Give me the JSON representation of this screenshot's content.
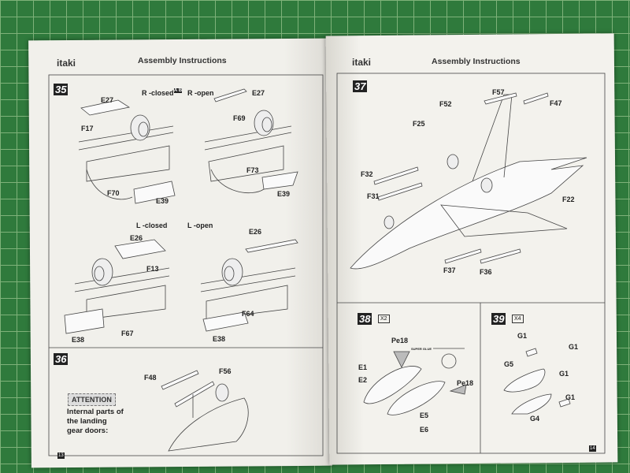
{
  "left_page": {
    "logo": "itaki",
    "title": "Assembly Instructions",
    "page_number": "13",
    "step35": {
      "number": "35",
      "r_closed": "R -closed",
      "r_open": "R -open",
      "option_badge": "A B",
      "l_closed": "L -closed",
      "l_open": "L -open",
      "parts": [
        "E27",
        "E27",
        "F17",
        "F69",
        "F73",
        "F70",
        "E39",
        "E39",
        "E26",
        "E26",
        "F13",
        "F64",
        "F67",
        "E38",
        "E38"
      ]
    },
    "step36": {
      "number": "36",
      "parts": [
        "F48",
        "F56"
      ],
      "attention": "ATTENTION",
      "note": [
        "Internal parts of",
        "the landing",
        "gear doors:"
      ]
    }
  },
  "right_page": {
    "logo": "itaki",
    "title": "Assembly Instructions",
    "page_number": "14",
    "step37": {
      "number": "37",
      "parts": [
        "F52",
        "F57",
        "F47",
        "F25",
        "F32",
        "F31",
        "F22",
        "F37",
        "F36"
      ]
    },
    "step38": {
      "number": "38",
      "multiplier": "X2",
      "parts": [
        "Pe18",
        "Pe18",
        "E1",
        "E2",
        "E5",
        "E6"
      ],
      "glue": "SUPER GLUE"
    },
    "step39": {
      "number": "39",
      "multiplier": "X4",
      "parts": [
        "G1",
        "G1",
        "G5",
        "G1",
        "G1",
        "G4"
      ]
    }
  }
}
